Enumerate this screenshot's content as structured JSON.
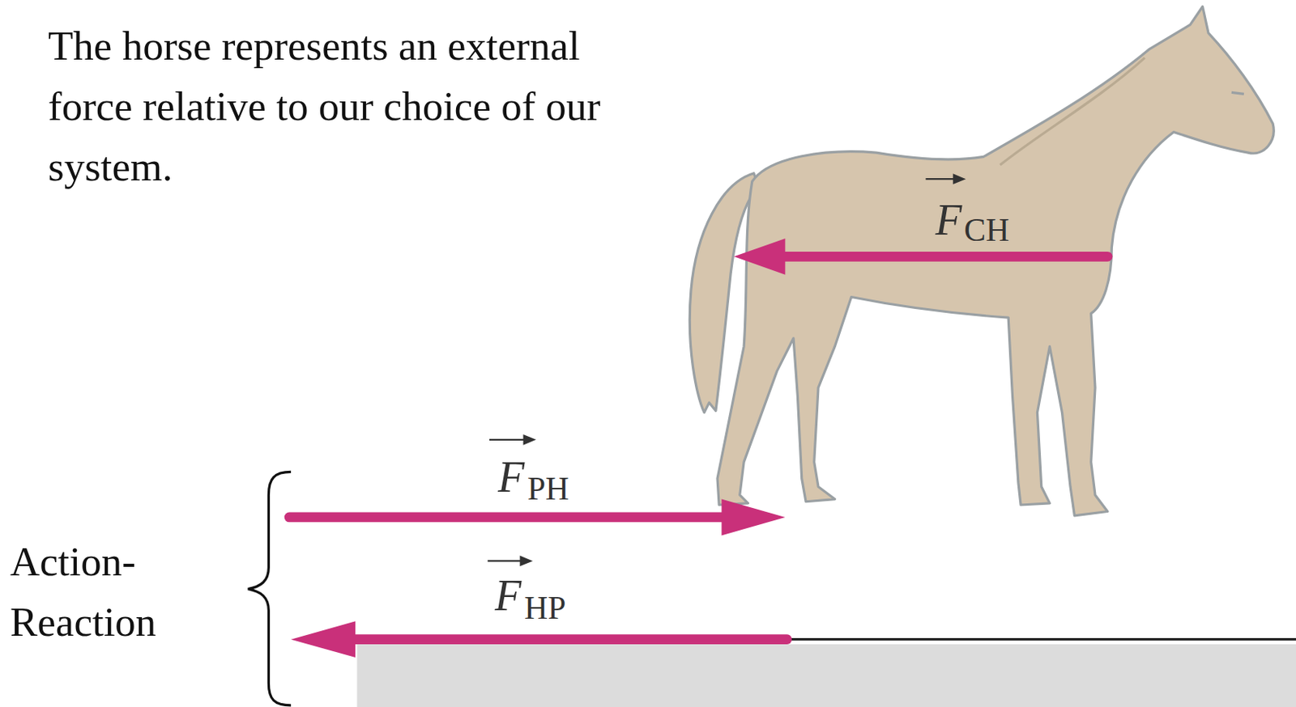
{
  "diagram": {
    "labels": [
      "The horse represents an external force relative to our choice of our system.",
      "F",
      "CH",
      "F",
      "PH",
      "F",
      "HP",
      "Action- Reaction"
    ]
  }
}
